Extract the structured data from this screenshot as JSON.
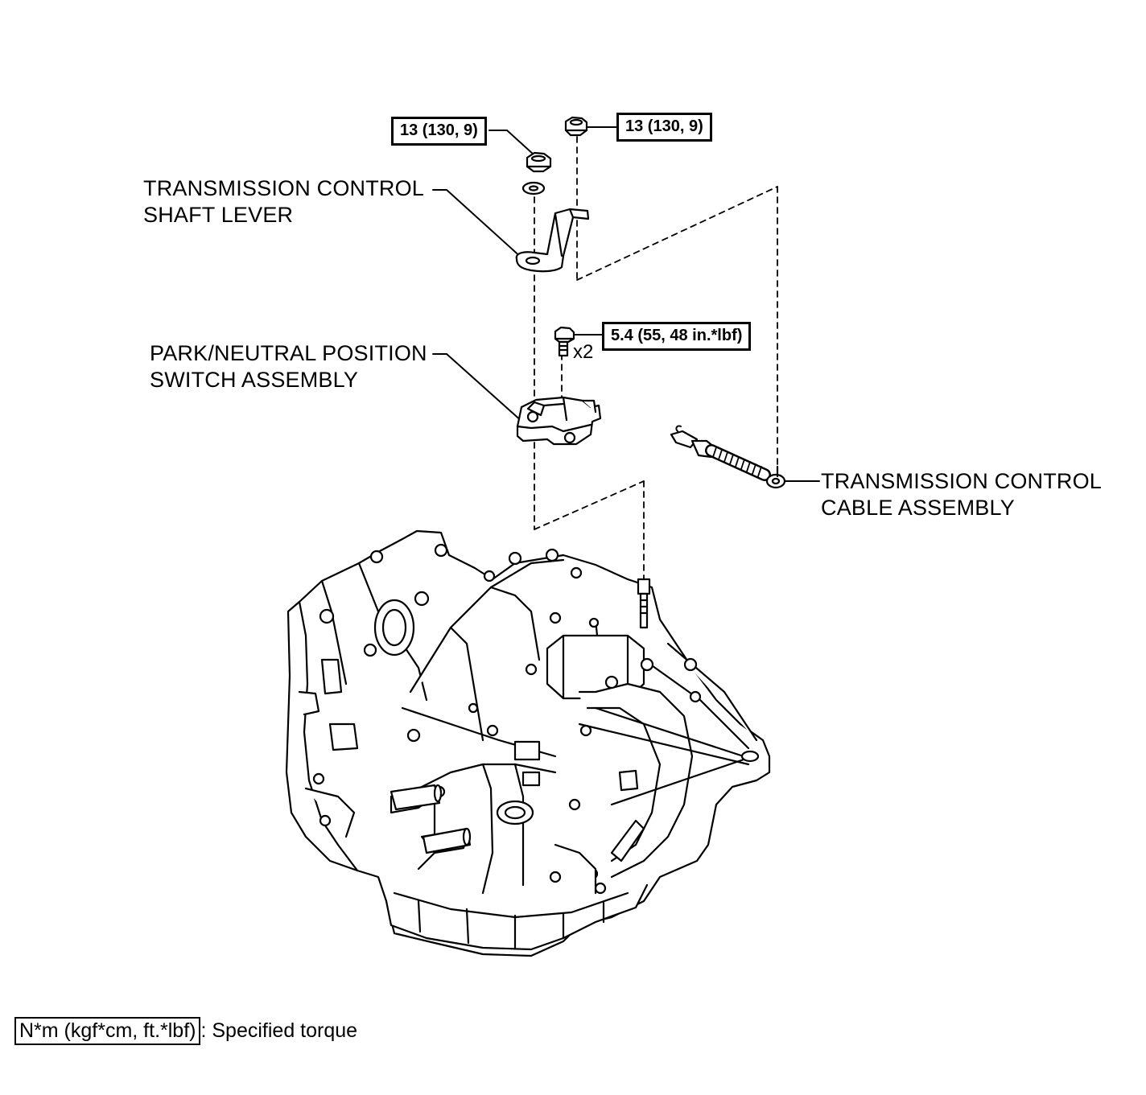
{
  "labels": {
    "shaft_lever": [
      "TRANSMISSION CONTROL",
      "SHAFT LEVER"
    ],
    "pnp_switch": [
      "PARK/NEUTRAL POSITION",
      "SWITCH ASSEMBLY"
    ],
    "cable": [
      "TRANSMISSION CONTROL",
      "CABLE ASSEMBLY"
    ]
  },
  "torques": {
    "lever_nut": "13 (130, 9)",
    "cable_nut": "13 (130, 9)",
    "switch_bolt": "5.4 (55, 48 in.*lbf)"
  },
  "quantity": "x2",
  "legend": {
    "box": "N*m (kgf*cm, ft.*lbf)",
    "text": ": Specified torque"
  }
}
